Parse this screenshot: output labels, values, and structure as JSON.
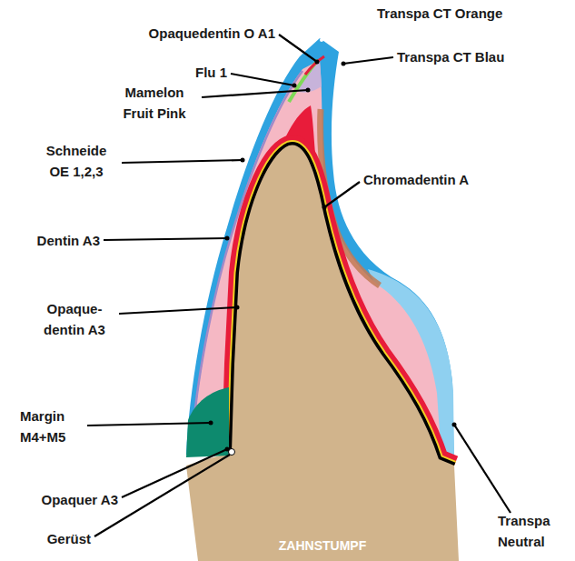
{
  "diagram": {
    "labels": [
      "Transpa CT Orange",
      "Opaquedentin O A1",
      "Transpa CT Blau",
      "Flu 1",
      "Mamelon Fruit Pink",
      "Schneide OE 1,2,3",
      "Chromadentin A",
      "Dentin A3",
      "Opaque- dentin A3",
      "Margin M4+M5",
      "Opaquer A3",
      "Gerüst",
      "Transpa Neutral",
      "ZAHNSTUMPF"
    ]
  }
}
